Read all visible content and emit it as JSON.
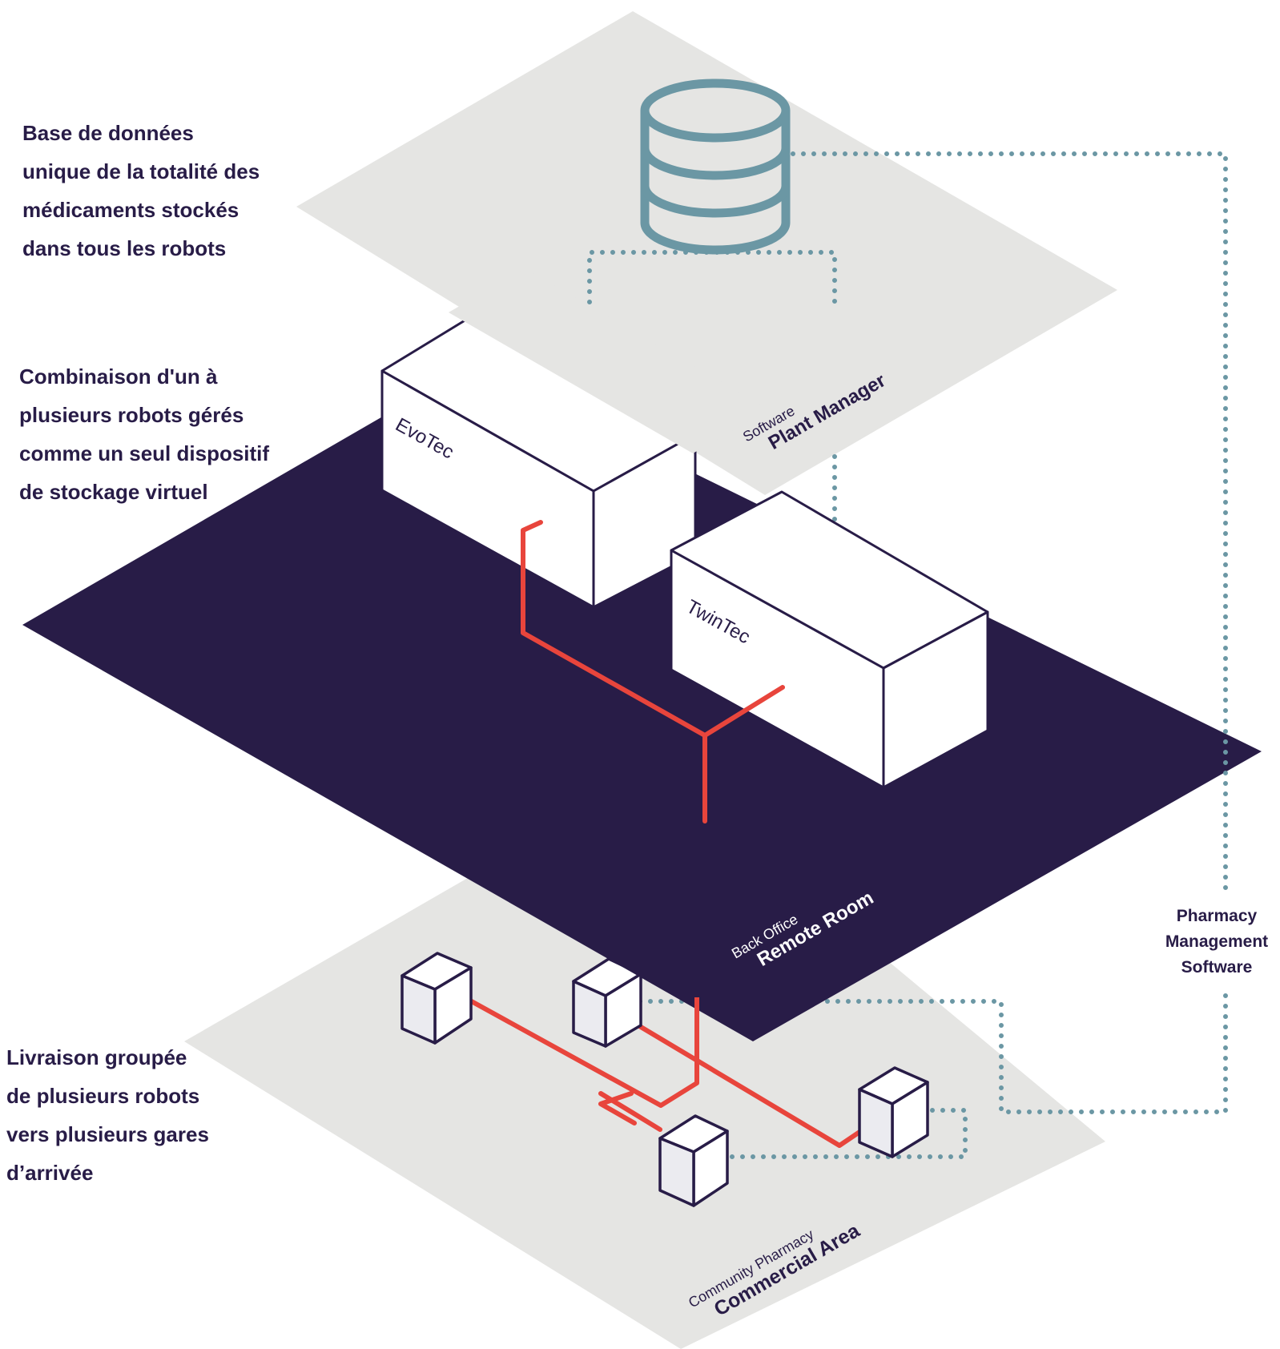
{
  "labels": {
    "database_note": "Base de données unique de la totalité des médicaments stockés dans tous les robots",
    "database_note_lines": [
      "Base de données",
      "unique de la totalité des",
      "médicaments stockés",
      "dans tous les robots"
    ],
    "robots_note_lines": [
      "Combinaison d'un à",
      "plusieurs robots gérés",
      "comme un seul dispositif",
      "de stockage virtuel"
    ],
    "delivery_note_lines": [
      "Livraison groupée",
      "de plusieurs robots",
      "vers plusieurs gares",
      "d’arrivée"
    ]
  },
  "layers": {
    "software": {
      "caption": "Software",
      "title": "Plant Manager"
    },
    "back_office": {
      "caption": "Back Office",
      "title": "Remote Room"
    },
    "commercial": {
      "caption": "Community Pharmacy",
      "title": "Commercial Area"
    }
  },
  "robots": {
    "evotec": "EvoTec",
    "twintec": "TwinTec"
  },
  "pharmacy_software": [
    "Pharmacy",
    "Management",
    "Software"
  ],
  "colors": {
    "navy": "#281c47",
    "gray_plane": "#e5e5e3",
    "teal": "#6b97a4",
    "red": "#e8453c",
    "white": "#ffffff",
    "station_side": "#ebebf0"
  },
  "icons": {
    "database": "database-icon",
    "station": "output-station-icon"
  }
}
